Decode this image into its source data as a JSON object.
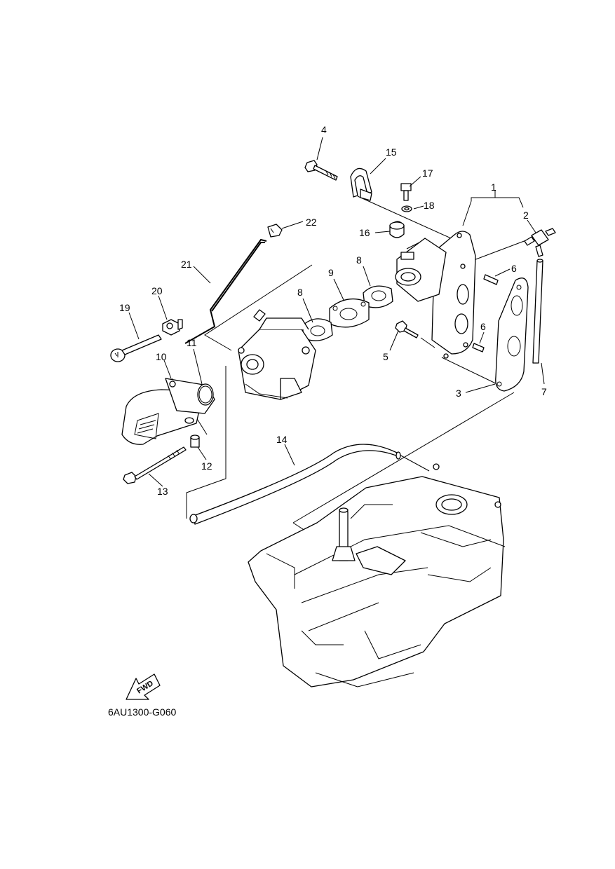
{
  "diagram": {
    "code": "6AU1300-G060",
    "direction_label": "FWD",
    "callouts": [
      {
        "id": "c1",
        "label": "1"
      },
      {
        "id": "c2",
        "label": "2"
      },
      {
        "id": "c3",
        "label": "3"
      },
      {
        "id": "c4",
        "label": "4"
      },
      {
        "id": "c5",
        "label": "5"
      },
      {
        "id": "c6a",
        "label": "6"
      },
      {
        "id": "c6b",
        "label": "6"
      },
      {
        "id": "c7",
        "label": "7"
      },
      {
        "id": "c8a",
        "label": "8"
      },
      {
        "id": "c8b",
        "label": "8"
      },
      {
        "id": "c9",
        "label": "9"
      },
      {
        "id": "c10",
        "label": "10"
      },
      {
        "id": "c11",
        "label": "11"
      },
      {
        "id": "c12",
        "label": "12"
      },
      {
        "id": "c13",
        "label": "13"
      },
      {
        "id": "c14",
        "label": "14"
      },
      {
        "id": "c15",
        "label": "15"
      },
      {
        "id": "c16",
        "label": "16"
      },
      {
        "id": "c17",
        "label": "17"
      },
      {
        "id": "c18",
        "label": "18"
      },
      {
        "id": "c19",
        "label": "19"
      },
      {
        "id": "c20",
        "label": "20"
      },
      {
        "id": "c21",
        "label": "21"
      },
      {
        "id": "c22",
        "label": "22"
      }
    ]
  }
}
